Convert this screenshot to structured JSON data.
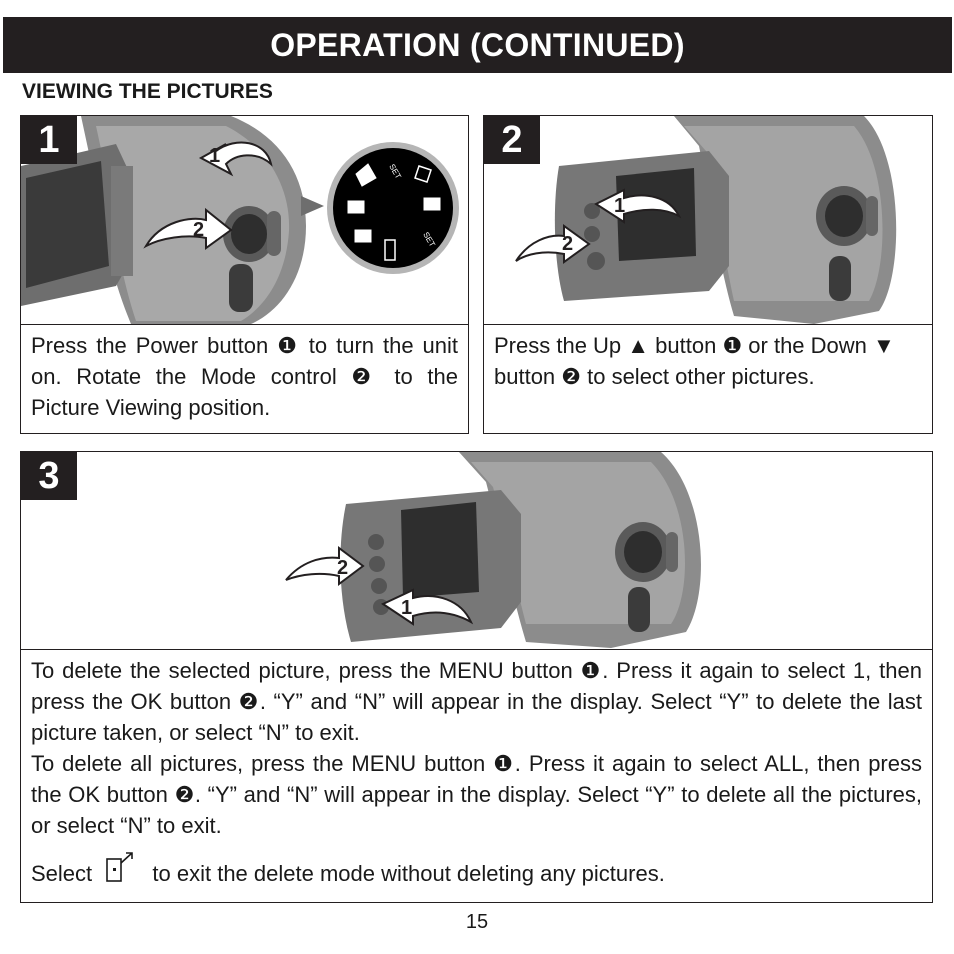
{
  "header": {
    "title": "OPERATION (CONTINUED)"
  },
  "section": {
    "title": "VIEWING THE PICTURES"
  },
  "steps": [
    {
      "number": "1",
      "callouts": [
        "1",
        "2"
      ],
      "dial_labels": [
        "SET",
        "SET"
      ],
      "text": "Press the Power button ❶ to turn the unit on. Rotate the Mode control ❷ to the Picture Viewing position."
    },
    {
      "number": "2",
      "callouts": [
        "1",
        "2"
      ],
      "text": "Press the Up ▲ button ❶ or the Down ▼ button ❷ to select other pictures."
    },
    {
      "number": "3",
      "callouts": [
        "2",
        "1"
      ],
      "paragraphs": [
        "To delete the selected picture, press the MENU button ❶. Press it again to select 1, then press the OK button ❷. “Y” and “N” will appear in the display. Select “Y” to delete the last picture taken, or select “N” to exit.",
        "To delete all pictures, press the MENU button ❶. Press it again to select ALL, then press the OK button ❷. “Y” and “N” will appear in the display. Select “Y”  to delete all the pictures, or select “N” to exit."
      ],
      "exit_line": {
        "before": "Select",
        "after": "to exit the delete mode without deleting any pictures."
      }
    }
  ],
  "page_number": "15"
}
